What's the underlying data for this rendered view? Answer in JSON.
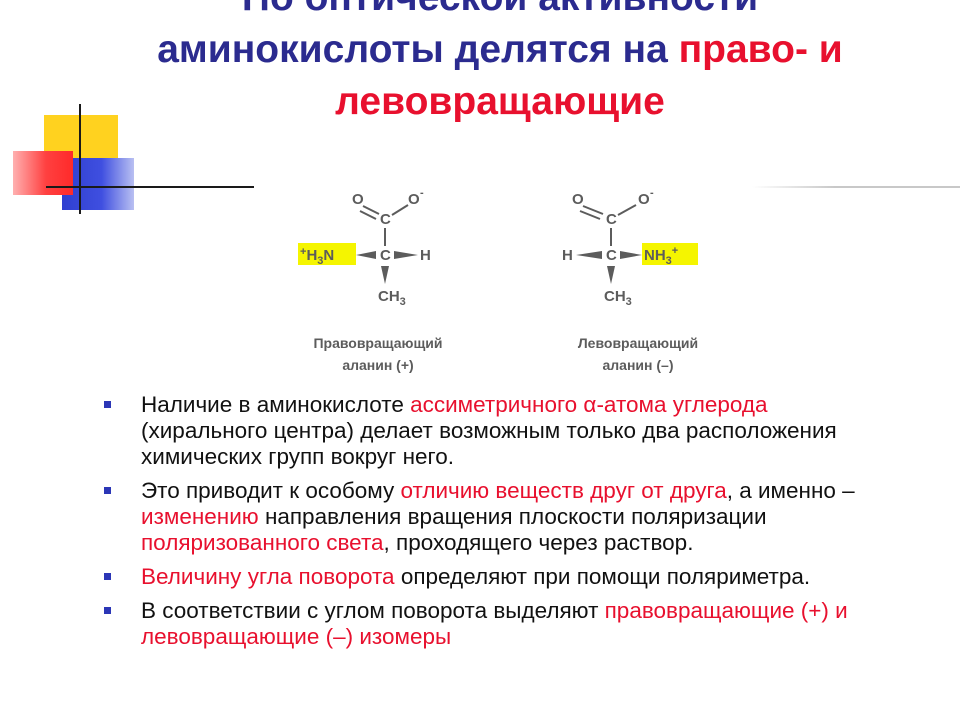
{
  "title": {
    "line0": "По оптической активности",
    "line1_prefix": "аминокислоты делятся на ",
    "line1_highlight": "право- и",
    "line2_highlight": "левовращающие"
  },
  "figure": {
    "left_molecule": {
      "o_top": "O",
      "o_minus": "O",
      "o_minus_charge": "-",
      "c_carboxyl": "C",
      "c_alpha": "C",
      "h": "H",
      "ch3": "CH",
      "ch3_sub": "3",
      "amine_plus": "+",
      "amine": "H",
      "amine_sub": "3",
      "amine_n": "N"
    },
    "right_molecule": {
      "o_top": "O",
      "o_minus": "O",
      "o_minus_charge": "-",
      "c_carboxyl": "C",
      "c_alpha": "C",
      "h": "H",
      "ch3": "CH",
      "ch3_sub": "3",
      "amine": "NH",
      "amine_sub": "3",
      "amine_plus": "+"
    },
    "left_caption_1": "Правовращающий",
    "left_caption_2": "аланин (+)",
    "right_caption_1": "Левовращающий",
    "right_caption_2": "аланин (–)"
  },
  "bullets": [
    {
      "pre": "Наличие в аминокислоте ",
      "red": "ассиметричного α-атома углерода",
      "post": " (хирального центра) делает возможным только два расположения химических групп вокруг него."
    },
    {
      "pre": "Это приводит к особому ",
      "red1": "отличию веществ друг от друга",
      "mid1": ", а именно – ",
      "red2": "изменению",
      "mid2": " направления вращения плоскости поляризации ",
      "red3": "поляризованного света",
      "post": ", проходящего через раствор."
    },
    {
      "red": "Величину угла поворота",
      "post": " определяют при помощи поляриметра."
    },
    {
      "pre": "В соответствии с углом поворота выделяют ",
      "red": "правовращающие (+) и левовращающие (–) изомеры"
    }
  ],
  "colors": {
    "title": "#2b2b8f",
    "accent_red": "#e8102e",
    "bullet": "#2b36b6",
    "highlight_yellow": "#f5f500",
    "deco_yellow": "#ffd21f",
    "deco_red": "#ff3838",
    "deco_blue": "#2f3fd0",
    "figure_text": "#5c5c5c"
  }
}
